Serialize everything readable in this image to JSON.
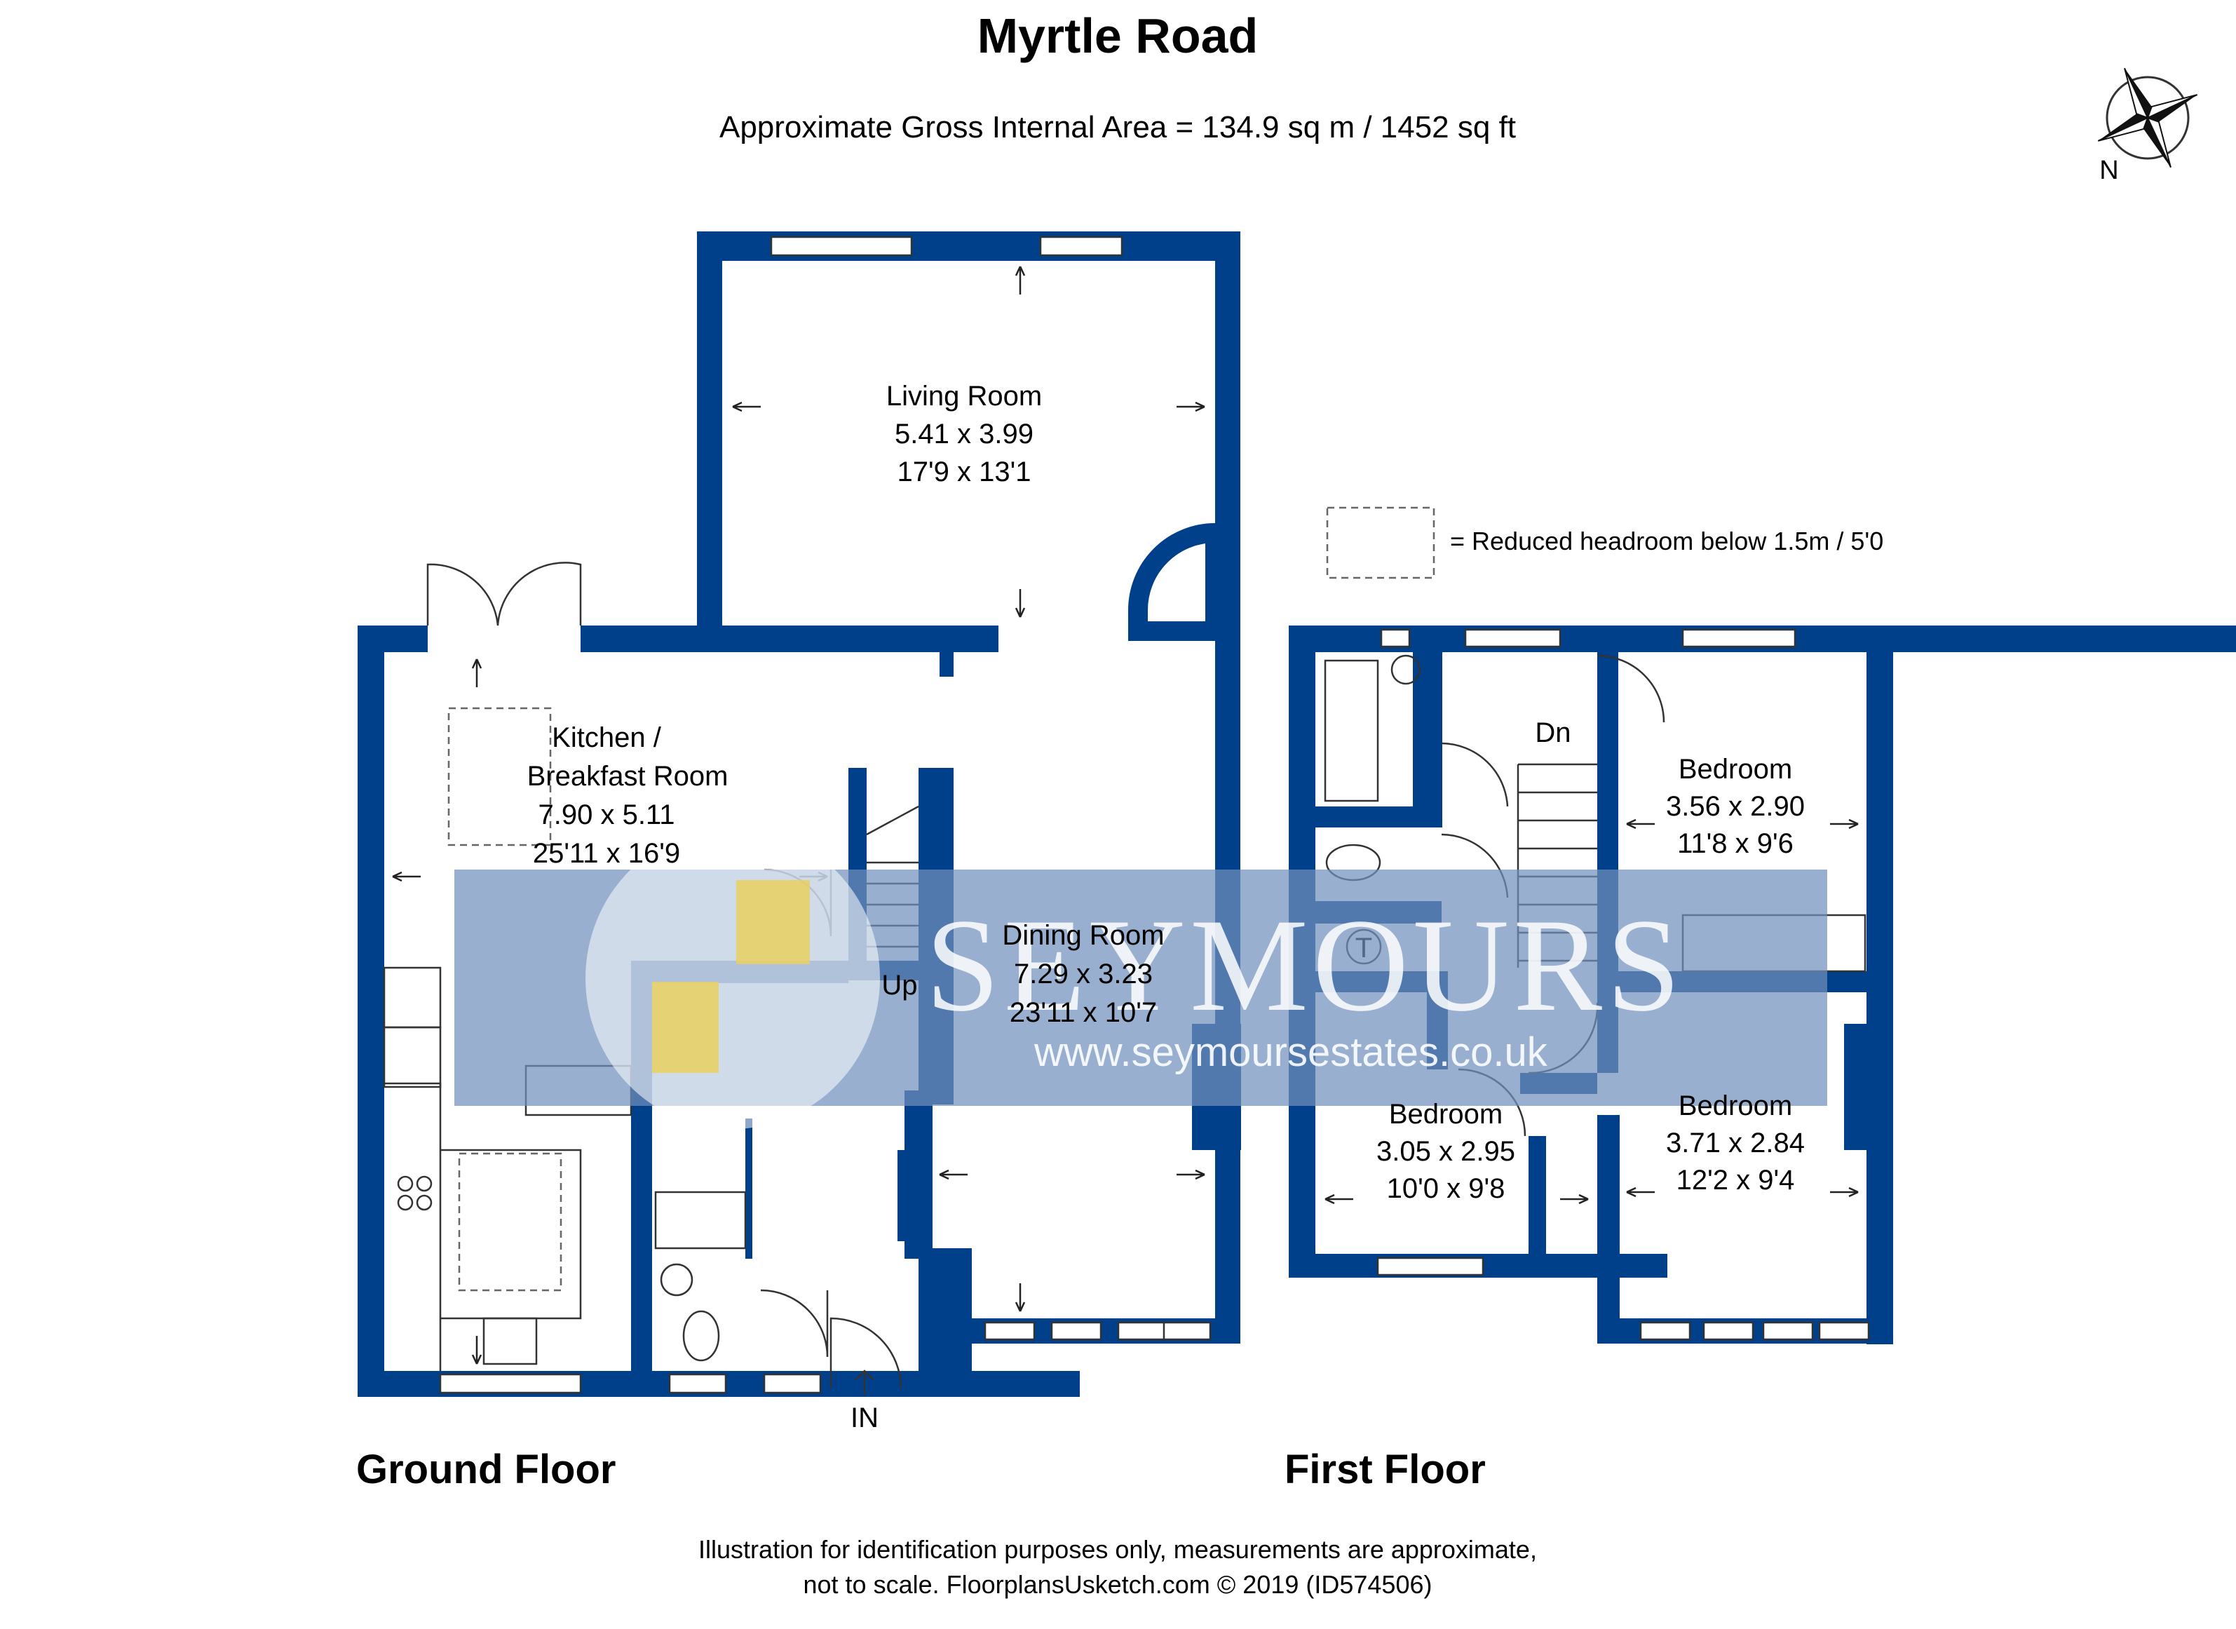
{
  "header": {
    "title": "Myrtle Road",
    "area": "Approximate Gross Internal Area = 134.9 sq m / 1452 sq ft"
  },
  "compass": {
    "label": "N",
    "icon": "compass-rose-icon"
  },
  "legend": {
    "label": "= Reduced headroom below 1.5m / 5'0"
  },
  "ground_floor": {
    "label": "Ground Floor",
    "rooms": [
      {
        "name": "Living Room",
        "metric": "5.41 x 3.99",
        "imperial": "17'9 x 13'1"
      },
      {
        "name_line1": "Kitchen /",
        "name_line2": "Breakfast Room",
        "metric": "7.90 x 5.11",
        "imperial": "25'11 x 16'9"
      },
      {
        "name": "Dining Room",
        "metric": "7.29 x 3.23",
        "imperial": "23'11 x 10'7"
      }
    ],
    "stairs_label": "Up",
    "entrance_label": "IN"
  },
  "first_floor": {
    "label": "First Floor",
    "rooms": [
      {
        "name": "Bedroom",
        "metric": "3.56 x 2.90",
        "imperial": "11'8 x 9'6"
      },
      {
        "name": "Bedroom",
        "metric": "3.05 x 2.95",
        "imperial": "10'0 x 9'8"
      },
      {
        "name": "Bedroom",
        "metric": "3.71 x 2.84",
        "imperial": "12'2 x 9'4"
      }
    ],
    "stairs_label": "Dn",
    "tank_label": "T"
  },
  "watermark": {
    "brand": "SEYMOURS",
    "url": "www.seymoursestates.co.uk",
    "colors": {
      "band": "#7090bd",
      "logo_yellow": "#e8d060"
    }
  },
  "footer": {
    "line1": "Illustration for identification purposes only, measurements are approximate,",
    "line2": "not to scale. FloorplansUsketch.com © 2019 (ID574506)"
  },
  "colors": {
    "wall": "#003f8a"
  }
}
